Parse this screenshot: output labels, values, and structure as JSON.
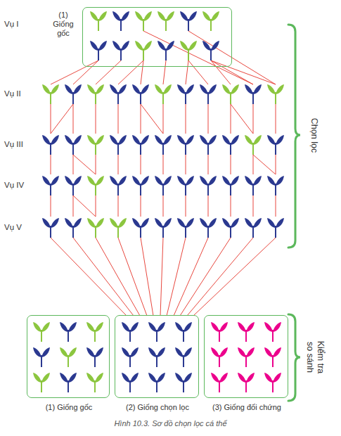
{
  "diagram": {
    "caption": "Hình 10.3. Sơ đồ chọn lọc cá thể",
    "nodes": [
      {
        "text": [
          "(1) Giống gốc"
        ]
      },
      {
        "text": [
          "(1) Giống gốc"
        ]
      },
      {
        "text": [
          "(2) Giống chọn lọc"
        ]
      },
      {
        "text": [
          "(3) Giống đối chứng"
        ]
      }
    ],
    "labels": [
      "Vụ I",
      "Vụ II",
      "Vụ III",
      "Vụ IV",
      "Vụ V",
      "Chọn lọc",
      "Kiểm tra so sánh"
    ]
  }
}
